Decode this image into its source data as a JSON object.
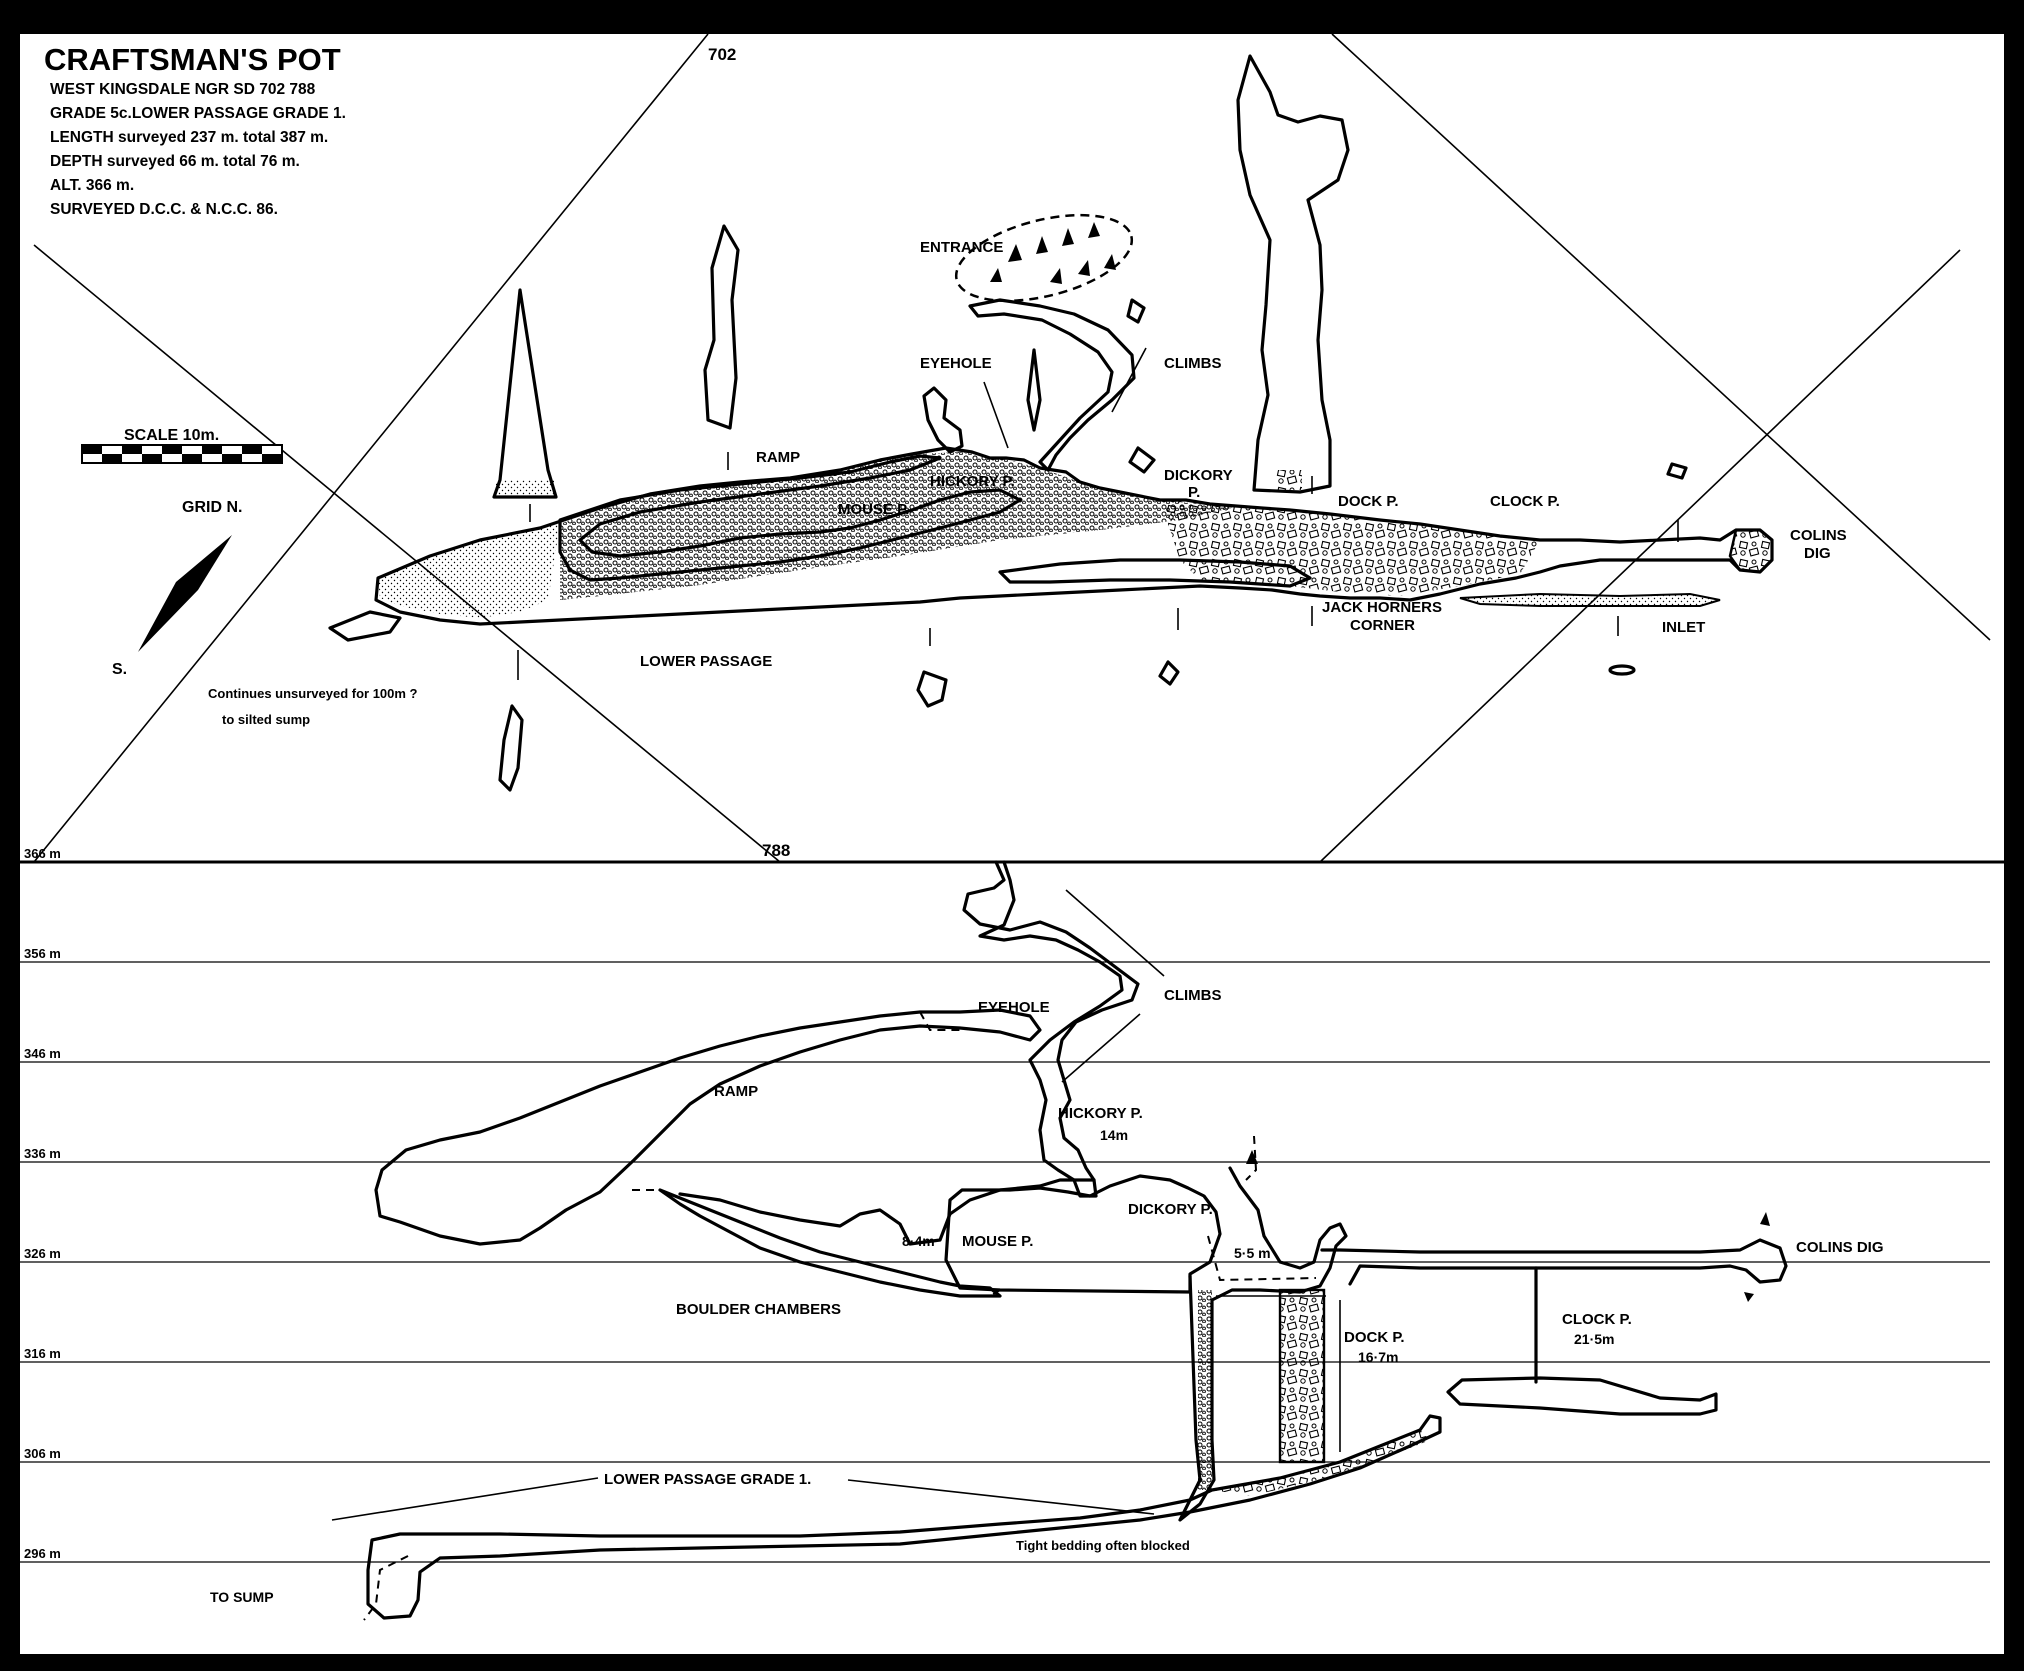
{
  "header": {
    "title": "CRAFTSMAN'S POT",
    "lines": [
      "WEST KINGSDALE NGR SD 702 788",
      "GRADE 5c.LOWER PASSAGE GRADE 1.",
      "LENGTH surveyed 237 m. total 387 m.",
      "DEPTH surveyed 66 m. total 76 m.",
      "ALT. 366 m.",
      "SURVEYED D.C.C. & N.C.C. 86."
    ]
  },
  "grid": {
    "easting": "702",
    "northing": "788"
  },
  "scale": {
    "label": "SCALE 10m."
  },
  "north": {
    "top": "GRID N.",
    "bottom": "S."
  },
  "plan": {
    "entrance": "ENTRANCE",
    "eyehole": "EYEHOLE",
    "climbs": "CLIMBS",
    "ramp": "RAMP",
    "hickory": "HICKORY P.",
    "mouse": "MOUSE P.",
    "dickory1": "DICKORY",
    "dickory2": "P.",
    "dock": "DOCK P.",
    "clock": "CLOCK P.",
    "colins1": "COLINS",
    "colins2": "DIG",
    "jack1": "JACK HORNERS",
    "jack2": "CORNER",
    "inlet": "INLET",
    "lower": "LOWER PASSAGE",
    "note1": "Continues unsurveyed for 100m ?",
    "note2": "to silted sump"
  },
  "elevation": {
    "levels": [
      "366 m",
      "356 m",
      "346 m",
      "336 m",
      "326 m",
      "316 m",
      "306 m",
      "296 m"
    ],
    "eyehole": "EYEHOLE",
    "climbs": "CLIMBS",
    "ramp": "RAMP",
    "hickory": "HICKORY P.",
    "hickory_depth": "14m",
    "dickory": "DICKORY P.",
    "mouse": "MOUSE P.",
    "mouse_depth": "8·4m",
    "dickory_depth": "5·5 m",
    "colins": "COLINS DIG",
    "boulder": "BOULDER CHAMBERS",
    "dock": "DOCK P.",
    "dock_depth": "16·7m",
    "clock": "CLOCK P.",
    "clock_depth": "21·5m",
    "lower": "LOWER PASSAGE GRADE 1.",
    "tight": "Tight bedding often blocked",
    "sump": "TO SUMP"
  }
}
